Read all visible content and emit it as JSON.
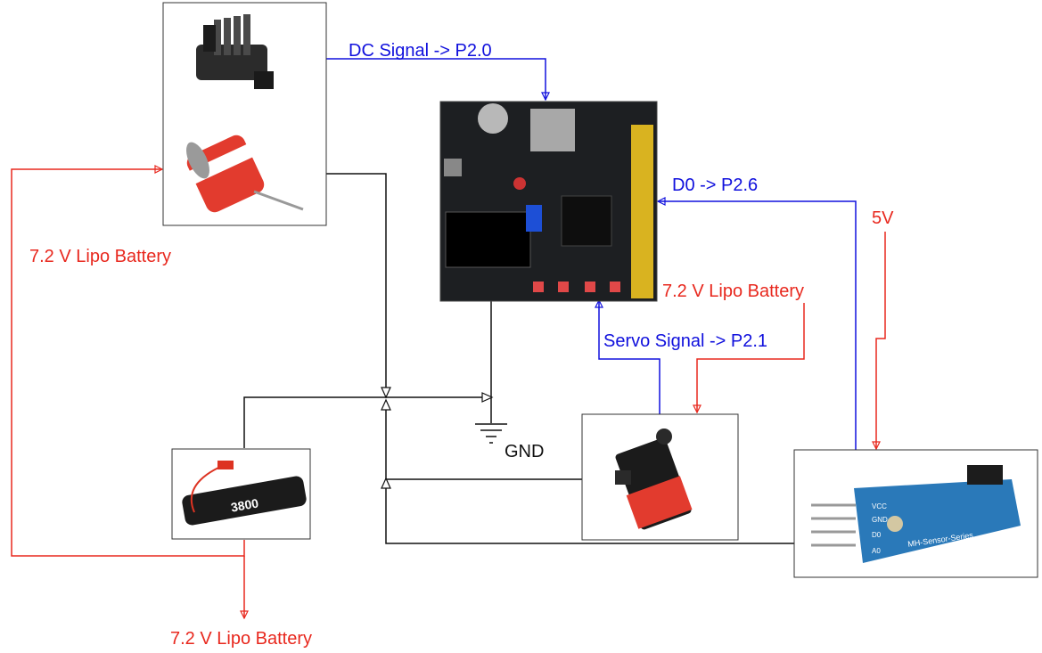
{
  "colors": {
    "signal": "#1010dd",
    "power": "#e8281e",
    "ground": "#111111"
  },
  "labels": {
    "dc_signal": "DC Signal -> P2.0",
    "d0_signal": "D0 -> P2.6",
    "servo_signal": "Servo Signal -> P2.1",
    "five_volt": "5V",
    "battery_left": "7.2 V Lipo Battery",
    "battery_right": "7.2 V Lipo Battery",
    "battery_bottom": "7.2 V Lipo Battery",
    "gnd": "GND"
  },
  "components": {
    "esc_motor": {
      "icon": "esc-and-brushed-motor-icon"
    },
    "microcontroller": {
      "icon": "microcontroller-board-icon"
    },
    "battery_pack": {
      "icon": "nimh-battery-pack-icon",
      "printed_text": "3800"
    },
    "servo": {
      "icon": "servo-motor-icon"
    },
    "sensor": {
      "icon": "ir-sensor-module-icon",
      "printed_text": "MH-Sensor-Series",
      "pins": [
        "VCC",
        "GND",
        "D0",
        "A0"
      ]
    }
  }
}
